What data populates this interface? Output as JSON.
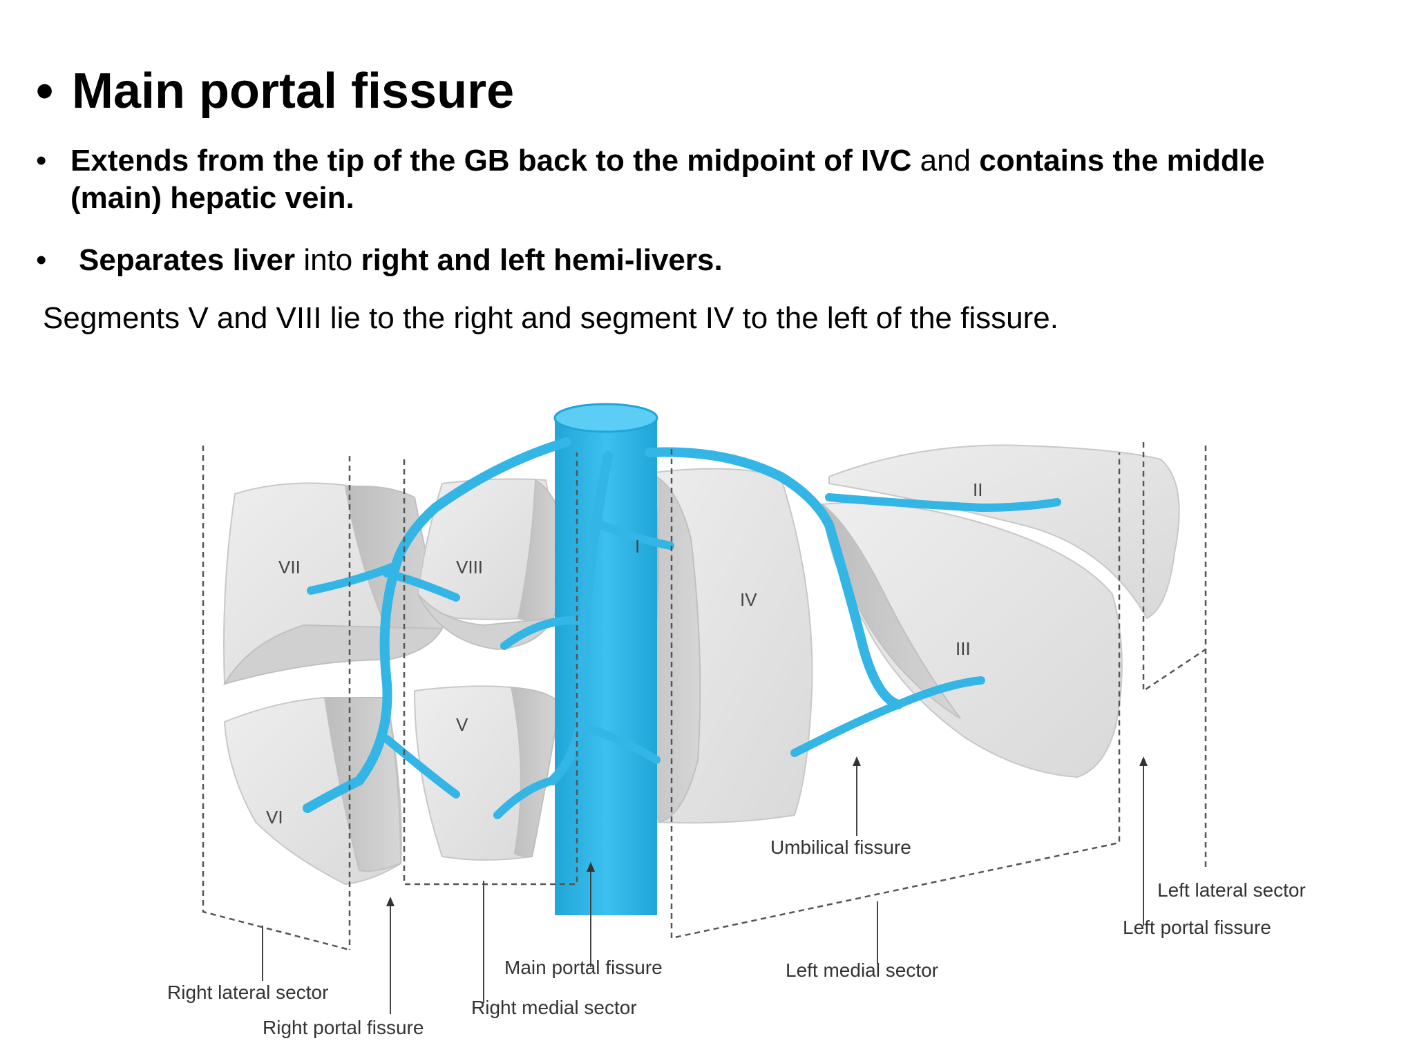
{
  "title": "Main portal fissure",
  "bullet_char": "•",
  "bullet1": {
    "part1": "Extends from the tip of the GB back to the midpoint of IVC",
    "part2": "and",
    "part3": "contains the middle (main) hepatic vein."
  },
  "bullet2": {
    "part1": "Separates liver",
    "part2": "into",
    "part3": "right and left hemi-livers."
  },
  "paragraph": "Segments V and VIII lie to the right and segment IV to the left of the fissure.",
  "diagram": {
    "segments": {
      "I": "I",
      "II": "II",
      "III": "III",
      "IV": "IV",
      "V": "V",
      "VI": "VI",
      "VII": "VII",
      "VIII": "VIII"
    },
    "labels": {
      "right_lateral_sector": "Right lateral sector",
      "right_portal_fissure": "Right portal fissure",
      "right_medial_sector": "Right medial sector",
      "main_portal_fissure": "Main portal fissure",
      "left_medial_sector": "Left medial sector",
      "umbilical_fissure": "Umbilical fissure",
      "left_lateral_sector": "Left lateral sector",
      "left_portal_fissure": "Left portal fissure"
    },
    "colors": {
      "vein": "#33b5e5",
      "vein_dark": "#1fa5d8",
      "liver": "#e6e6e6",
      "liver_shadow": "#c4c4c4",
      "dash": "#555555"
    }
  }
}
